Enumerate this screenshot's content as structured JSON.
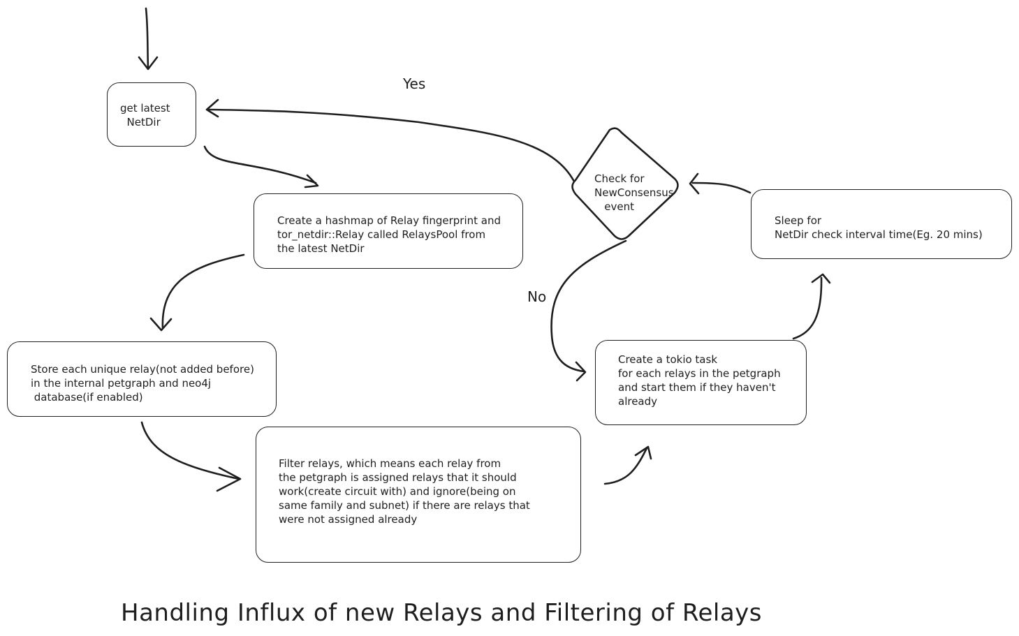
{
  "nodes": {
    "get_netdir": "get latest\n  NetDir",
    "hashmap": "Create a hashmap of Relay fingerprint and\ntor_netdir::Relay called RelaysPool from\nthe latest NetDir",
    "store": "Store each unique relay(not added before)\nin the internal petgraph and neo4j\n database(if enabled)",
    "filter": "Filter relays, which means each relay from\nthe petgraph is assigned relays that it should\nwork(create circuit with) and ignore(being on\nsame family and subnet) if there are relays that\nwere not assigned already",
    "tokio": "Create a tokio task\nfor each relays in the petgraph\nand start them if they haven't\nalready",
    "sleep": "Sleep for\nNetDir check interval time(Eg. 20 mins)",
    "check": "Check for\nNewConsensus\n   event"
  },
  "edge_labels": {
    "yes": "Yes",
    "no": "No"
  },
  "caption": "Handling Influx of new Relays and Filtering of Relays"
}
